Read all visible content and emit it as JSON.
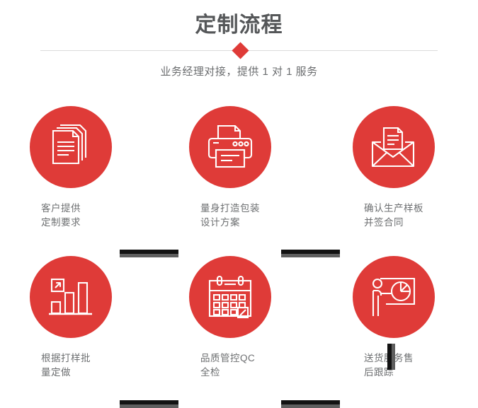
{
  "header": {
    "title": "定制流程",
    "subtitle": "业务经理对接，提供 1 对 1 服务",
    "accent_color": "#df3b38",
    "title_color": "#555759",
    "divider_color": "#dcdcdc",
    "diamond_icon": "diamond-marker"
  },
  "steps": [
    {
      "index": "1",
      "icon": "documents-stack-icon",
      "label_line1": "客户提供",
      "label_line2": "定制要求"
    },
    {
      "index": "2",
      "icon": "printer-icon",
      "label_line1": "量身打造包装",
      "label_line2": "设计方案"
    },
    {
      "index": "3",
      "icon": "envelope-document-icon",
      "label_line1": "确认生产样板",
      "label_line2": "并签合同"
    },
    {
      "index": "4",
      "icon": "bar-chart-growth-icon",
      "label_line1": "根据打样批",
      "label_line2": "量定做"
    },
    {
      "index": "5",
      "icon": "calendar-check-icon",
      "label_line1": "品质管控QC",
      "label_line2": "全检"
    },
    {
      "index": "6",
      "icon": "presenter-piechart-icon",
      "label_line1": "送货服务售",
      "label_line2": "后跟踪"
    }
  ],
  "connectors": {
    "dark_color": "#121212",
    "light_color": "#5e5e5e",
    "horizontal_count": "4",
    "vertical_count": "1"
  }
}
